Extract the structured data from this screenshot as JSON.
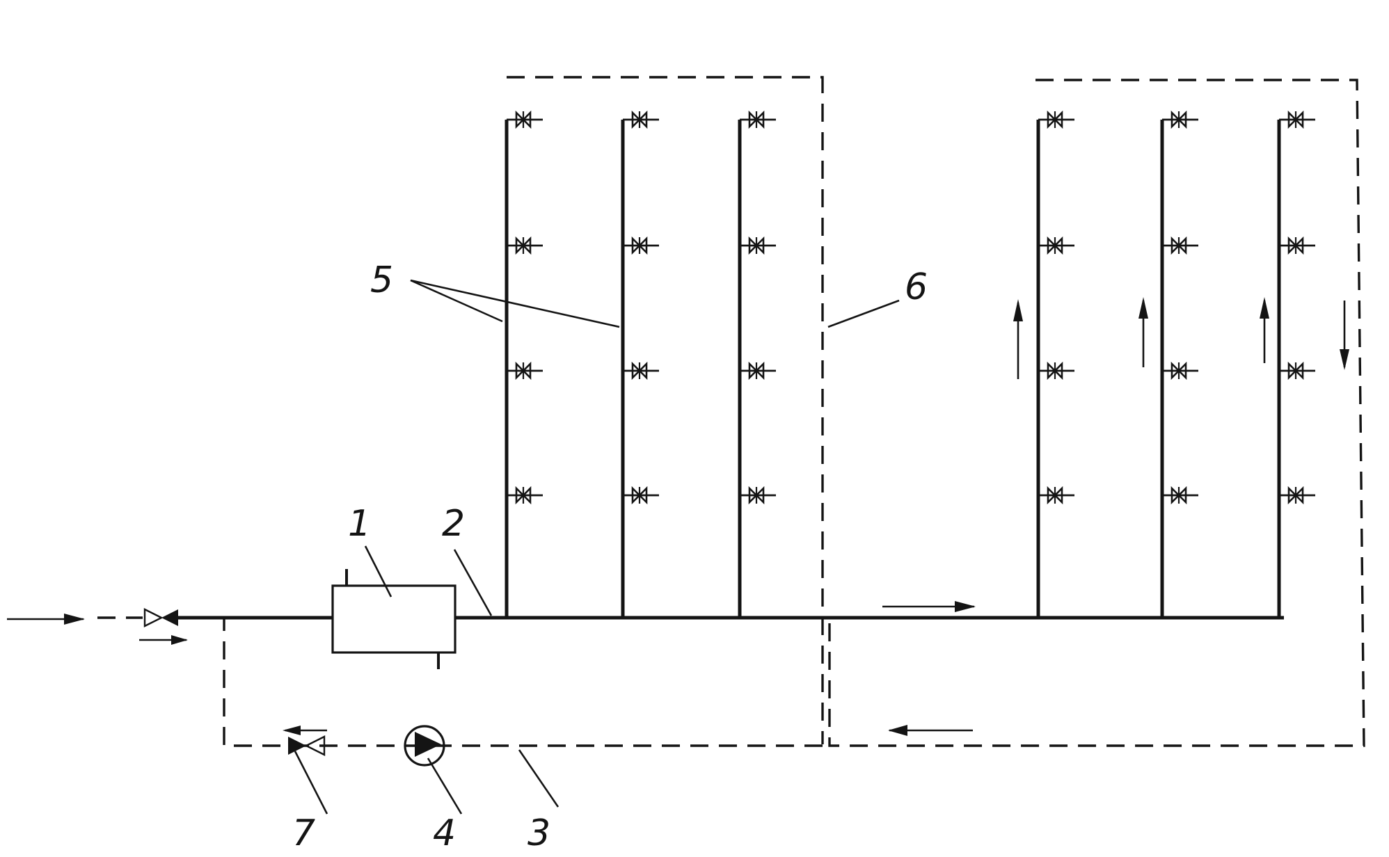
{
  "diagram": {
    "callouts": [
      {
        "id": "heater",
        "text": "1"
      },
      {
        "id": "supply-main",
        "text": "2"
      },
      {
        "id": "return-line",
        "text": "3"
      },
      {
        "id": "pump",
        "text": "4"
      },
      {
        "id": "risers",
        "text": "5"
      },
      {
        "id": "return-risers",
        "text": "6"
      },
      {
        "id": "check-valve",
        "text": "7"
      }
    ],
    "risers_per_group": 3,
    "groups": 2,
    "fixture_valves_per_riser": 4,
    "line_styles": {
      "supply": "solid",
      "return": "dashed"
    },
    "colors": {
      "ink": "#141414",
      "background": "#ffffff"
    }
  }
}
